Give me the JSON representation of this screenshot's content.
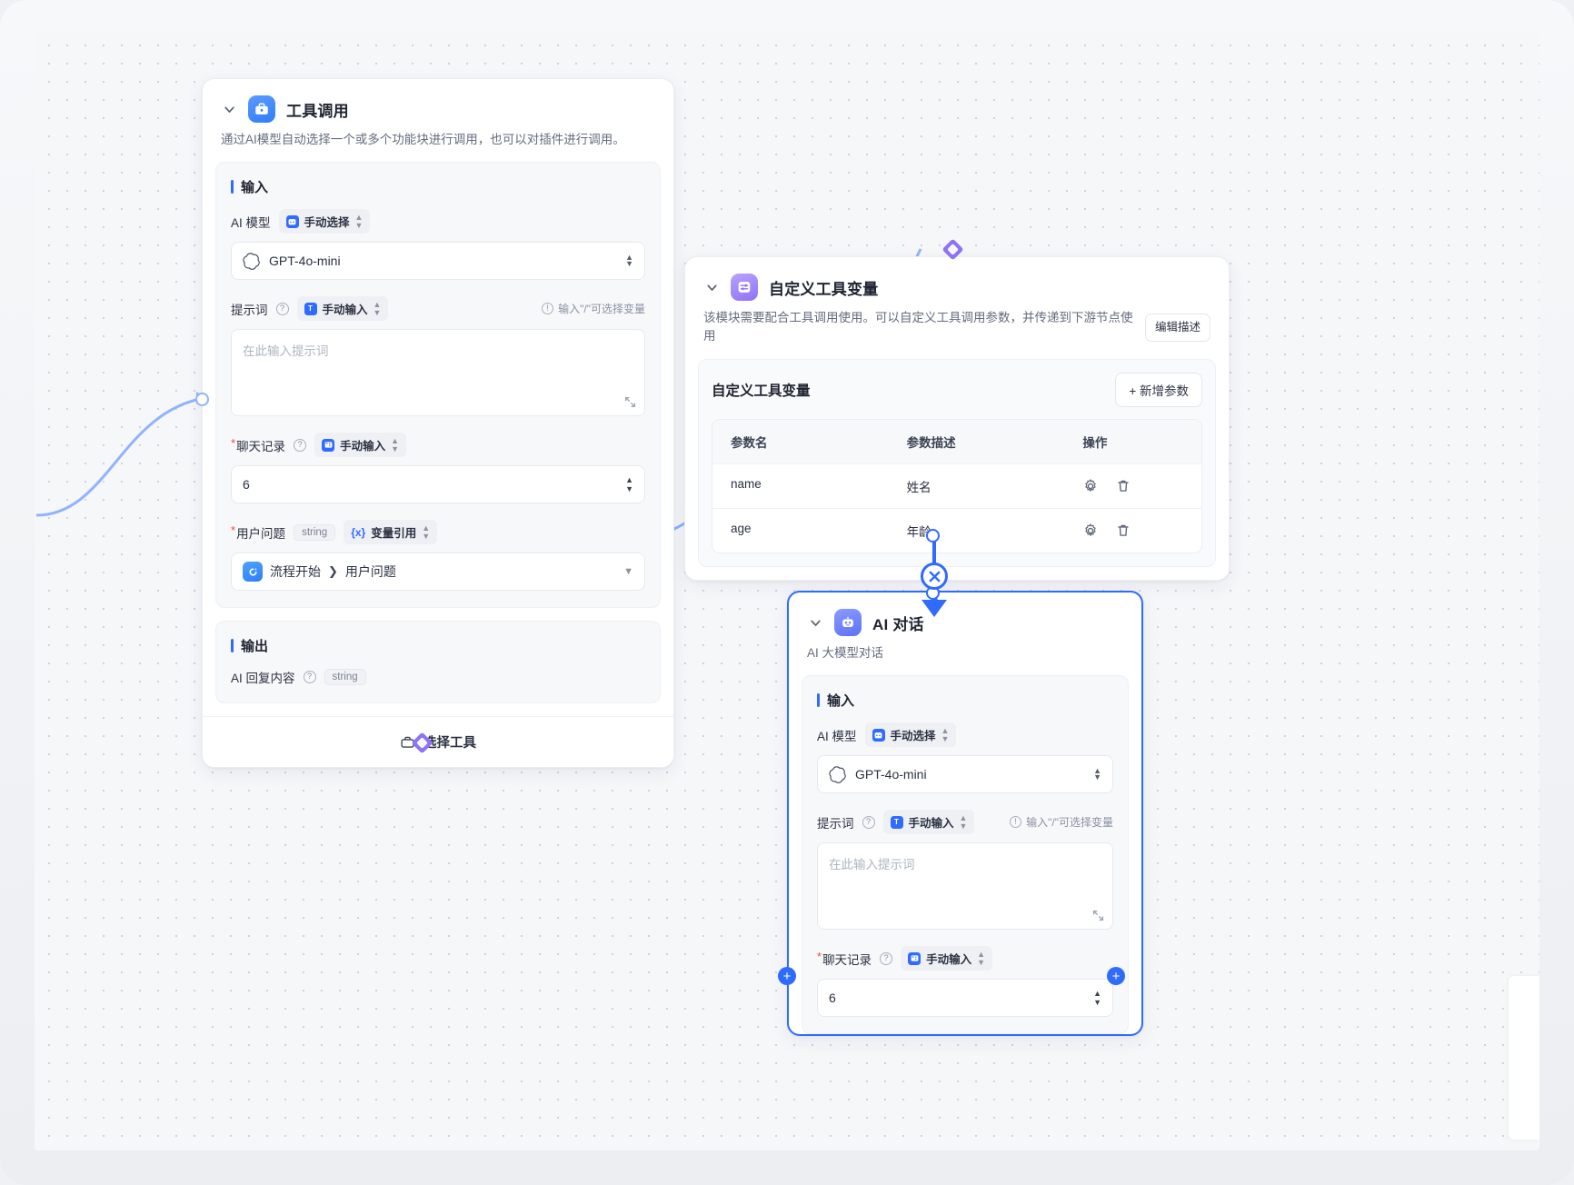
{
  "canvas": {
    "accent_blue": "#2f6bff",
    "edge_blue": "#8fb4ff",
    "purple": "#8f73f5",
    "background": "#f6f7f9"
  },
  "nodes": {
    "tool_call": {
      "title": "工具调用",
      "icon": "toolbox-icon",
      "description": "通过AI模型自动选择一个或多个功能块进行调用，也可以对插件进行调用。",
      "input_section_title": "输入",
      "output_section_title": "输出",
      "fields": {
        "model": {
          "label": "AI 模型",
          "mode_pill": "手动选择",
          "value": "GPT-4o-mini"
        },
        "prompt": {
          "label": "提示词",
          "mode_pill": "手动输入",
          "hint": "输入\"/\"可选择变量",
          "placeholder": "在此输入提示词",
          "value": ""
        },
        "chat_history": {
          "label": "聊天记录",
          "required": true,
          "mode_pill": "手动输入",
          "value": "6"
        },
        "user_question": {
          "label": "用户问题",
          "required": true,
          "type_tag": "string",
          "mode_pill": "变量引用",
          "ref_source": "流程开始",
          "ref_field": "用户问题"
        }
      },
      "output": {
        "label": "AI 回复内容",
        "type_tag": "string"
      },
      "footer_button": "选择工具"
    },
    "custom_tool_var": {
      "title": "自定义工具变量",
      "icon": "sliders-icon",
      "description": "该模块需要配合工具调用使用。可以自定义工具调用参数，并传递到下游节点使用",
      "edit_desc_button": "编辑描述",
      "table_caption": "自定义工具变量",
      "add_button": "+ 新增参数",
      "columns": [
        "参数名",
        "参数描述",
        "操作"
      ],
      "rows": [
        {
          "name": "name",
          "desc": "姓名",
          "actions": [
            "gear-icon",
            "trash-icon"
          ]
        },
        {
          "name": "age",
          "desc": "年龄",
          "actions": [
            "gear-icon",
            "trash-icon"
          ]
        }
      ]
    },
    "ai_chat": {
      "title": "AI 对话",
      "icon": "robot-icon",
      "description": "AI 大模型对话",
      "input_section_title": "输入",
      "fields": {
        "model": {
          "label": "AI 模型",
          "mode_pill": "手动选择",
          "value": "GPT-4o-mini"
        },
        "prompt": {
          "label": "提示词",
          "mode_pill": "手动输入",
          "hint": "输入\"/\"可选择变量",
          "placeholder": "在此输入提示词",
          "value": ""
        },
        "chat_history": {
          "label": "聊天记录",
          "required": true,
          "mode_pill": "手动输入",
          "value": "6"
        }
      }
    }
  }
}
